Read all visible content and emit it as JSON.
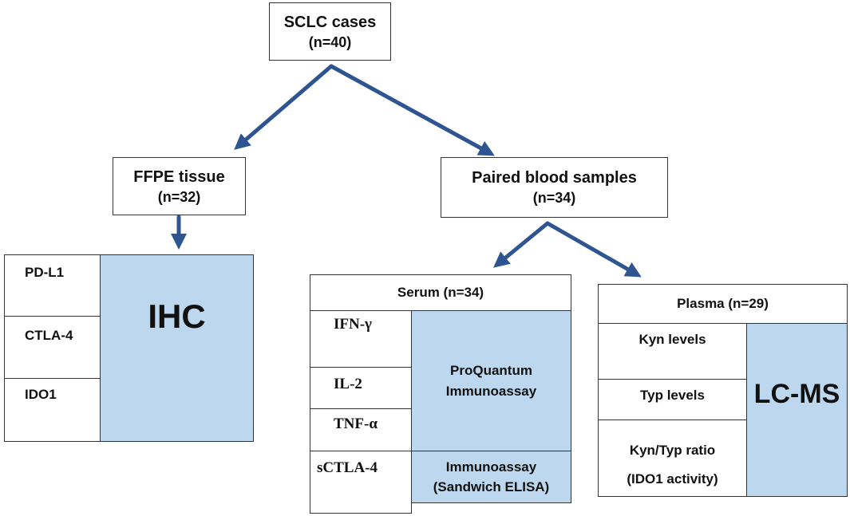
{
  "root": {
    "title": "SCLC cases",
    "count": "(n=40)"
  },
  "ffpe": {
    "title": "FFPE tissue",
    "count": "(n=32)"
  },
  "blood": {
    "title": "Paired blood samples",
    "count": "(n=34)"
  },
  "ihc_panel": {
    "markers": [
      "PD-L1",
      "CTLA-4",
      "IDO1"
    ],
    "method": "IHC"
  },
  "serum_panel": {
    "header": "Serum (n=34)",
    "markers": [
      "IFN-γ",
      "IL-2",
      "TNF-α",
      "sCTLA-4"
    ],
    "method1_line1": "ProQuantum",
    "method1_line2": "Immunoassay",
    "method2_line1": "Immunoassay",
    "method2_line2": "(Sandwich ELISA)"
  },
  "plasma_panel": {
    "header": "Plasma (n=29)",
    "measures": [
      "Kyn levels",
      "Typ levels"
    ],
    "ratio_line1": "Kyn/Typ ratio",
    "ratio_line2": "(IDO1 activity)",
    "method": "LC-MS"
  },
  "colors": {
    "arrow": "#2e5591",
    "method_fill": "#bdd7ee",
    "border": "#333333"
  }
}
